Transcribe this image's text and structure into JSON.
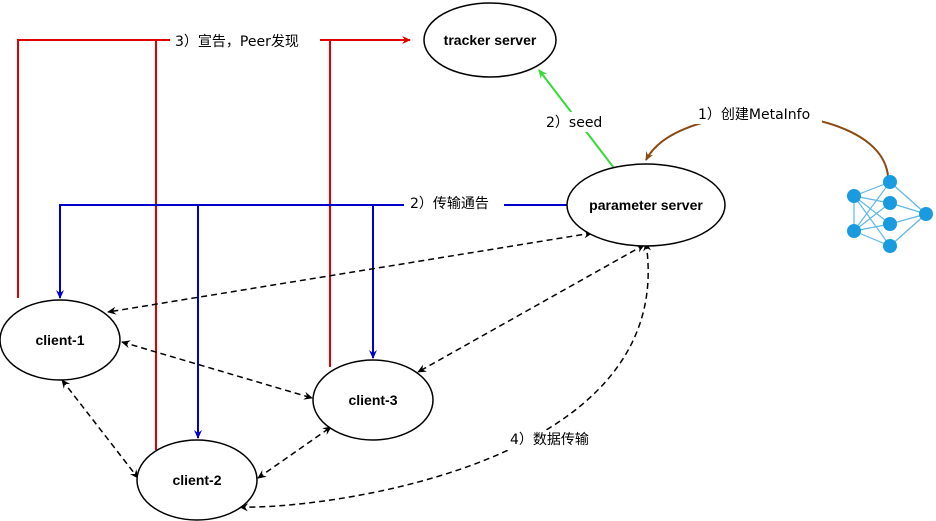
{
  "nodes": {
    "tracker": "tracker server",
    "parameter": "parameter server",
    "client1": "client-1",
    "client2": "client-2",
    "client3": "client-3"
  },
  "edges": {
    "announce": "3）宣告，Peer发现",
    "seed": "2）seed",
    "create": "1）创建MetaInfo",
    "notify": "2）传输通告",
    "transfer": "4）数据传输"
  },
  "colors": {
    "red": "#e00000",
    "green": "#33dd33",
    "blue": "#0000cc",
    "brown": "#8b4a14",
    "nn": "#1a9be0",
    "nn_line": "#5fb8e8"
  },
  "icons": [
    "neural-network-icon"
  ]
}
